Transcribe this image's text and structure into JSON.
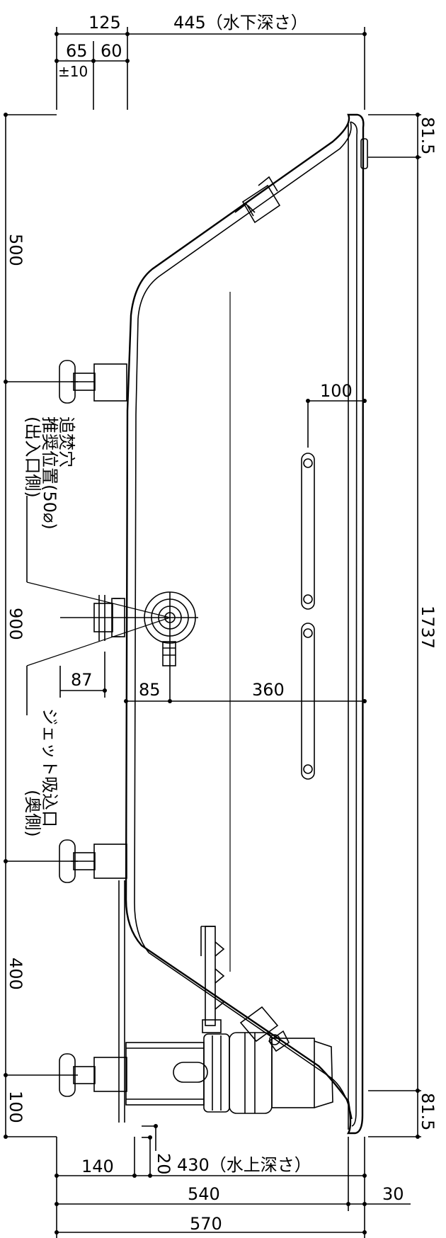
{
  "dimensions": {
    "top_total": "125",
    "top_water_lower_depth": "445（水下深さ）",
    "top_65": "65",
    "top_60": "60",
    "top_tol": "±10",
    "right_top": "81.5",
    "right_total": "1737",
    "right_bottom": "81.5",
    "left_500": "500",
    "left_900": "900",
    "left_400": "400",
    "left_100": "100",
    "inner_100": "100",
    "inner_87": "87",
    "inner_85": "85",
    "inner_360": "360",
    "bottom_140": "140",
    "bottom_20": "20",
    "bottom_water_upper_depth": "430（水上深さ）",
    "bottom_540": "540",
    "bottom_30": "30",
    "bottom_570": "570"
  },
  "notes": {
    "reheat_line1": "追焚穴",
    "reheat_line2": "推奨位置(50⌀)",
    "reheat_line3": "(出入口側)",
    "jet_line1": "ジェット吸込口",
    "jet_line2": "(奥側)"
  }
}
